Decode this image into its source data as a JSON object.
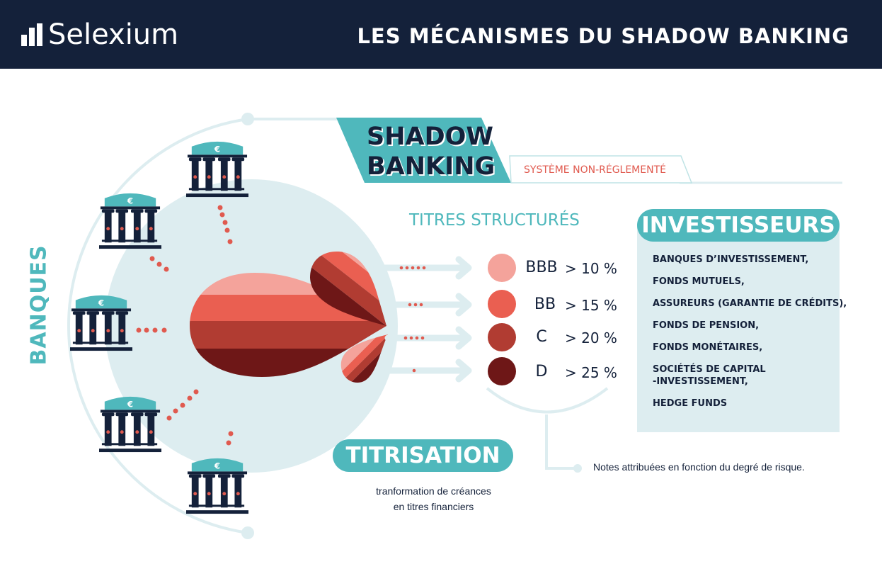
{
  "header": {
    "logo": "Selexium",
    "title": "LES MÉCANISMES DU SHADOW BANKING"
  },
  "banques_label": "BANQUES",
  "bank_icon_symbol": "€",
  "shadow_banking": {
    "title_line1": "SHADOW",
    "title_line2": "BANKING",
    "subtitle": "SYSTÈME NON-RÉGLEMENTÉ"
  },
  "titres": {
    "heading": "TITRES STRUCTURÉS",
    "ratings": [
      {
        "grade": "BBB",
        "rate": "> 10 %",
        "color": "#f4a39b"
      },
      {
        "grade": "BB",
        "rate": "> 15 %",
        "color": "#ea5f51"
      },
      {
        "grade": "C",
        "rate": "> 20 %",
        "color": "#b13c32"
      },
      {
        "grade": "D",
        "rate": "> 25 %",
        "color": "#6e1717"
      }
    ],
    "note": "Notes attribuées en fonction du degré de risque."
  },
  "investisseurs": {
    "heading": "INVESTISSEURS",
    "items": [
      "BANQUES D’INVESTISSEMENT,",
      "FONDS MUTUELS,",
      "ASSUREURS (GARANTIE DE CRÉDITS),",
      "FONDS DE PENSION,",
      "FONDS MONÉTAIRES,",
      "SOCIÉTÉS DE CAPITAL\n-INVESTISSEMENT,",
      "HEDGE FUNDS"
    ]
  },
  "titrisation": {
    "heading": "TITRISATION",
    "description": "tranformation de créances\nen titres financiers"
  },
  "colors": {
    "navy": "#14213a",
    "teal": "#4fb8bc",
    "light": "#ddedf0",
    "red": "#e05a4f"
  }
}
